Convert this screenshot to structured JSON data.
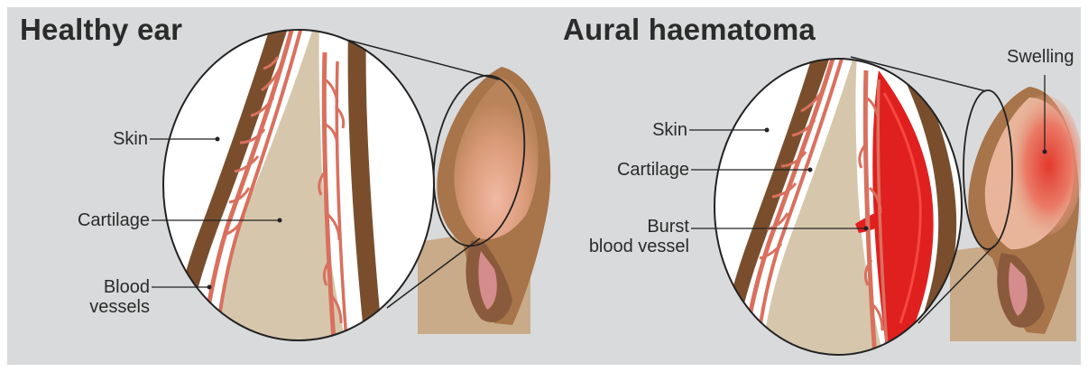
{
  "panels": {
    "healthy": {
      "title": "Healthy ear",
      "labels": {
        "skin": "Skin",
        "cartilage": "Cartilage",
        "blood_vessels_line1": "Blood",
        "blood_vessels_line2": "vessels"
      }
    },
    "haematoma": {
      "title": "Aural haematoma",
      "labels": {
        "skin": "Skin",
        "cartilage": "Cartilage",
        "burst_line1": "Burst",
        "burst_line2": "blood vessel",
        "swelling": "Swelling"
      }
    }
  },
  "colors": {
    "background": "#d9dadb",
    "skin": "#7a4e2d",
    "cartilage": "#d6c7ac",
    "vessel": "#d9705e",
    "haematoma": "#e01f1f",
    "leader_line": "#222222"
  }
}
